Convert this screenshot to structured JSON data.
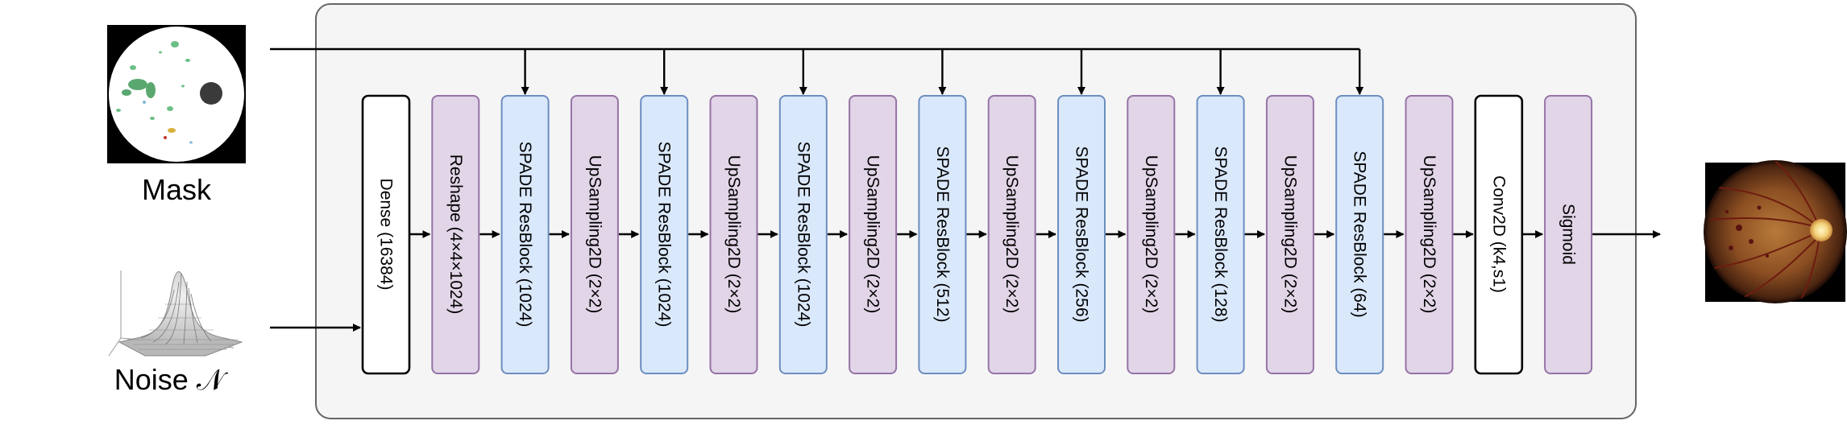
{
  "inputs": {
    "mask_label": "Mask",
    "noise_label": "Noise 𝒩"
  },
  "blocks": [
    {
      "label": "Dense (16384)",
      "kind": "plain"
    },
    {
      "label": "Reshape (4×4×1024)",
      "kind": "purple"
    },
    {
      "label": "SPADE ResBlock (1024)",
      "kind": "blue",
      "mask_input": true
    },
    {
      "label": "UpSampling2D (2×2)",
      "kind": "purple"
    },
    {
      "label": "SPADE ResBlock (1024)",
      "kind": "blue",
      "mask_input": true
    },
    {
      "label": "UpSampling2D (2×2)",
      "kind": "purple"
    },
    {
      "label": "SPADE ResBlock (1024)",
      "kind": "blue",
      "mask_input": true
    },
    {
      "label": "UpSampling2D (2×2)",
      "kind": "purple"
    },
    {
      "label": "SPADE ResBlock (512)",
      "kind": "blue",
      "mask_input": true
    },
    {
      "label": "UpSampling2D (2×2)",
      "kind": "purple"
    },
    {
      "label": "SPADE ResBlock (256)",
      "kind": "blue",
      "mask_input": true
    },
    {
      "label": "UpSampling2D (2×2)",
      "kind": "purple"
    },
    {
      "label": "SPADE ResBlock (128)",
      "kind": "blue",
      "mask_input": true
    },
    {
      "label": "UpSampling2D (2×2)",
      "kind": "purple"
    },
    {
      "label": "SPADE ResBlock (64)",
      "kind": "blue",
      "mask_input": true
    },
    {
      "label": "UpSampling2D (2×2)",
      "kind": "purple"
    },
    {
      "label": "Conv2D (k4,s1)",
      "kind": "plain"
    },
    {
      "label": "Sigmoid",
      "kind": "purple"
    }
  ],
  "colors": {
    "plain_fill": "#ffffff",
    "plain_stroke": "#000000",
    "purple_fill": "#e1d5e7",
    "purple_stroke": "#9673a6",
    "blue_fill": "#dae8fc",
    "blue_stroke": "#6c8ebf",
    "frame_fill": "#f5f5f5",
    "frame_stroke": "#666666"
  }
}
